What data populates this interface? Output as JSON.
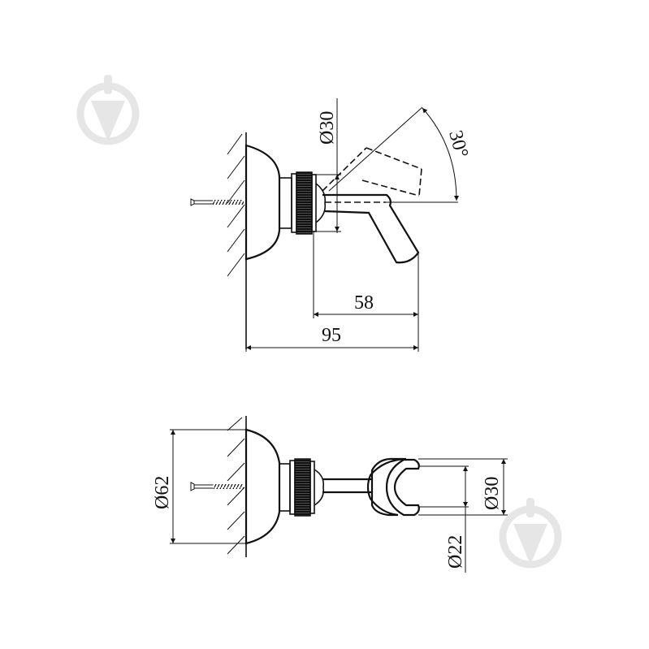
{
  "drawing": {
    "subject": "Shower handset wall bracket (adjustable)",
    "colors": {
      "line": "#111111",
      "watermark": "#e6e6e6",
      "background": "#ffffff"
    },
    "side_view": {
      "dimensions": {
        "outlet_diameter": "Ø30",
        "tilt_angle": "30°",
        "projection_from_nut": "58",
        "total_projection": "95"
      }
    },
    "top_view": {
      "dimensions": {
        "flange_diameter": "Ø62",
        "holder_outer_diameter": "Ø30",
        "holder_inner_diameter": "Ø22"
      }
    },
    "watermarks": [
      {
        "icon": "trowel-logo-icon",
        "position": "top-left"
      },
      {
        "icon": "trowel-logo-icon",
        "position": "bottom-right"
      }
    ]
  }
}
